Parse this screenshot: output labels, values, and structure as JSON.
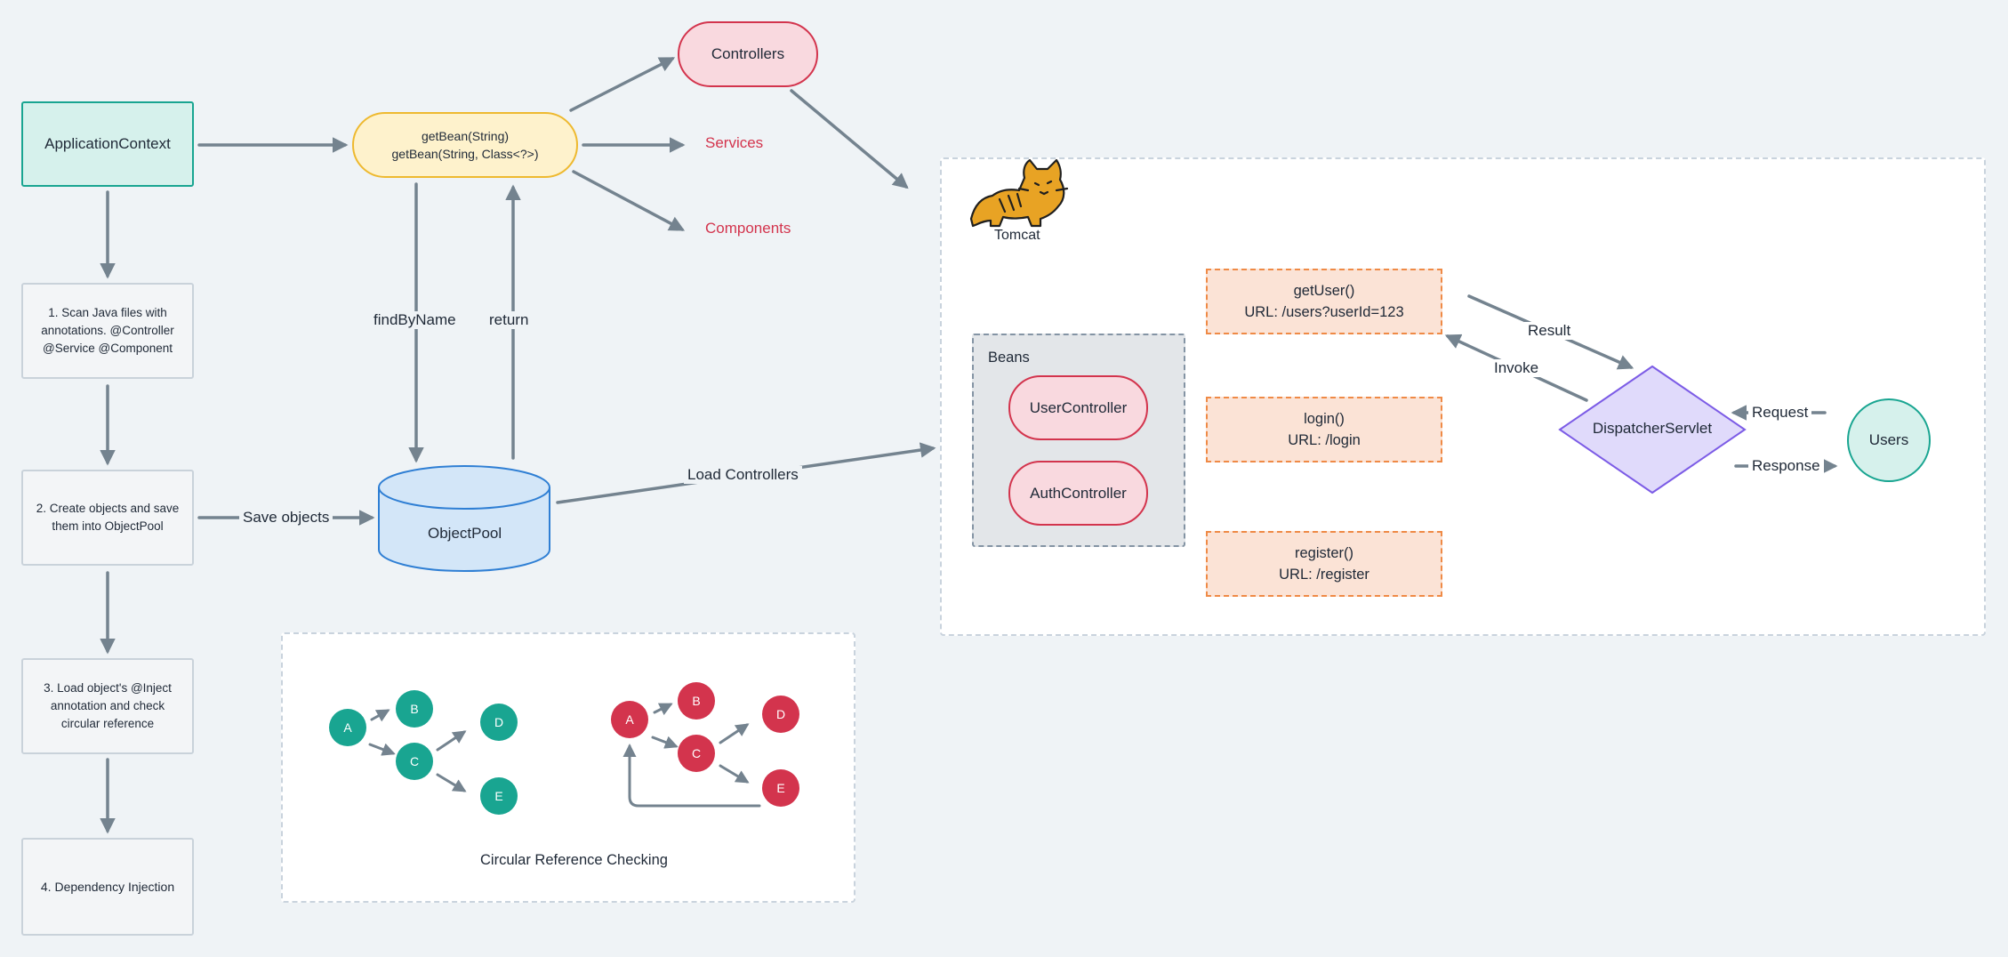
{
  "nodes": {
    "application_context": "ApplicationContext",
    "step1": "1. Scan Java files with annotations. @Controller @Service @Component",
    "step2": "2. Create objects and save them into ObjectPool",
    "step3": "3. Load object's @Inject annotation and check circular reference",
    "step4": "4. Dependency Injection",
    "getbean_line1": "getBean(String)",
    "getbean_line2": "getBean(String, Class<?>)",
    "controllers": "Controllers",
    "services": "Services",
    "components": "Components",
    "object_pool": "ObjectPool",
    "tomcat": "Tomcat",
    "beans": "Beans",
    "user_controller": "UserController",
    "auth_controller": "AuthController",
    "dispatcher_servlet": "DispatcherServlet",
    "users": "Users"
  },
  "routes": [
    {
      "name": "getUser()",
      "url": "URL: /users?userId=123"
    },
    {
      "name": "login()",
      "url": "URL: /login"
    },
    {
      "name": "register()",
      "url": "URL: /register"
    }
  ],
  "edge_labels": {
    "find_by_name": "findByName",
    "return": "return",
    "save_objects": "Save objects",
    "load_controllers": "Load Controllers",
    "result": "Result",
    "invoke": "Invoke",
    "request": "Request",
    "response": "Response"
  },
  "circular_check": {
    "title": "Circular Reference Checking",
    "acyclic_nodes": [
      "A",
      "B",
      "C",
      "D",
      "E"
    ],
    "cyclic_nodes": [
      "A",
      "B",
      "C",
      "D",
      "E"
    ]
  },
  "colors": {
    "background": "#eff3f6",
    "arrow": "#74838f",
    "teal": "#19a591",
    "red": "#d3344d",
    "yellow": "#eeb92f",
    "blue": "#2f7fd4",
    "orange": "#ef8a46",
    "purple": "#7c5ce6"
  }
}
